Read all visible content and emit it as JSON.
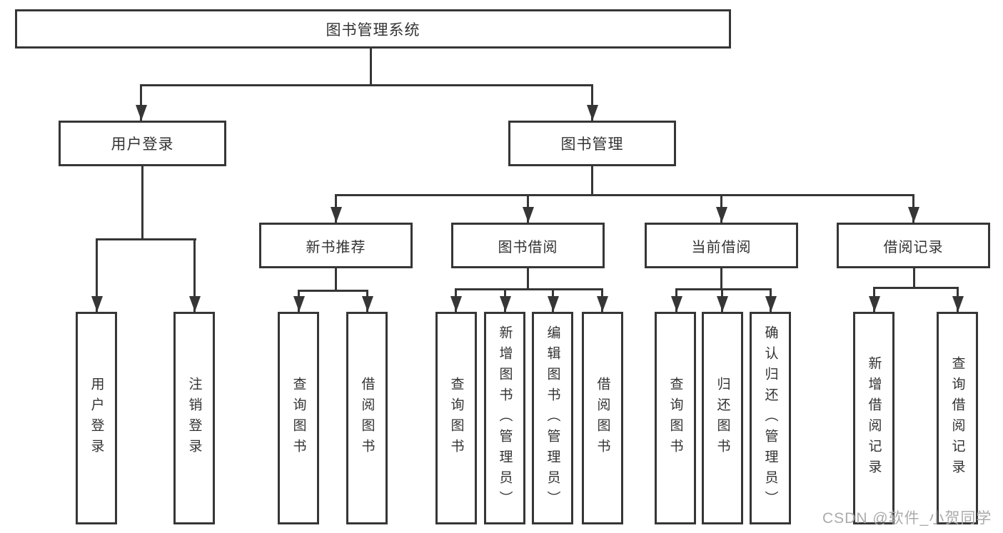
{
  "diagram": {
    "root": {
      "label": "图书管理系统"
    },
    "level2": [
      {
        "id": "user-login",
        "label": "用户登录"
      },
      {
        "id": "book-management",
        "label": "图书管理"
      }
    ],
    "level3": [
      {
        "id": "new-book-recommend",
        "label": "新书推荐"
      },
      {
        "id": "book-borrow",
        "label": "图书借阅"
      },
      {
        "id": "current-borrow",
        "label": "当前借阅"
      },
      {
        "id": "borrow-records",
        "label": "借阅记录"
      }
    ],
    "leaves": {
      "user_login": [
        "用户登录",
        "注销登录"
      ],
      "new_book_recommend": [
        "查询图书",
        "借阅图书"
      ],
      "book_borrow": [
        "查询图书",
        "新增图书（管理员）",
        "编辑图书（管理员）",
        "借阅图书"
      ],
      "current_borrow": [
        "查询图书",
        "归还图书",
        "确认归还（管理员）"
      ],
      "borrow_records": [
        "新增借阅记录",
        "查询借阅记录"
      ]
    },
    "colors": {
      "line": "#363636",
      "text": "#333333",
      "background": "#ffffff",
      "watermark": "#ababab"
    }
  },
  "watermark": {
    "text": "CSDN @软件_小贺同学"
  }
}
